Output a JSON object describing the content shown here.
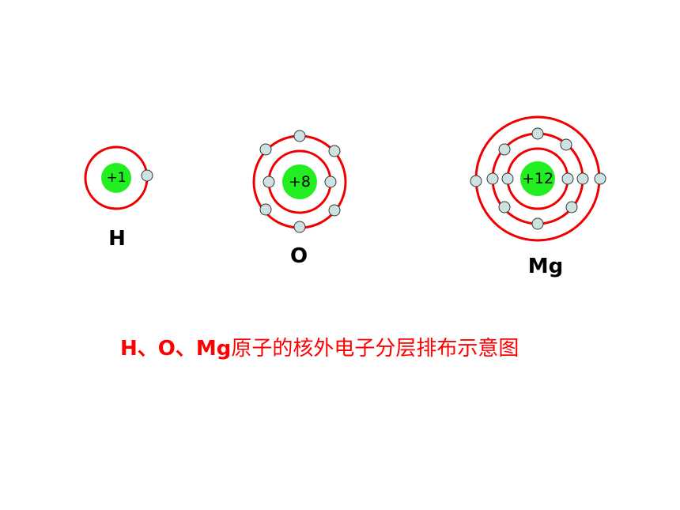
{
  "atoms": [
    {
      "symbol": "H",
      "nuclear_charge": "+1",
      "shell_electrons": [
        1
      ]
    },
    {
      "symbol": "O",
      "nuclear_charge": "+8",
      "shell_electrons": [
        2,
        6
      ]
    },
    {
      "symbol": "Mg",
      "nuclear_charge": "+12",
      "shell_electrons": [
        2,
        8,
        2
      ]
    }
  ],
  "caption": {
    "latin": "H、O、Mg",
    "chinese": "原子的核外电子分层排布示意图"
  },
  "colors": {
    "shell": "#ee0000",
    "nucleus": "#22ee22",
    "electron_fill": "#cfe2e2",
    "electron_stroke": "#333333",
    "caption": "#ff0000",
    "label": "#000000"
  }
}
